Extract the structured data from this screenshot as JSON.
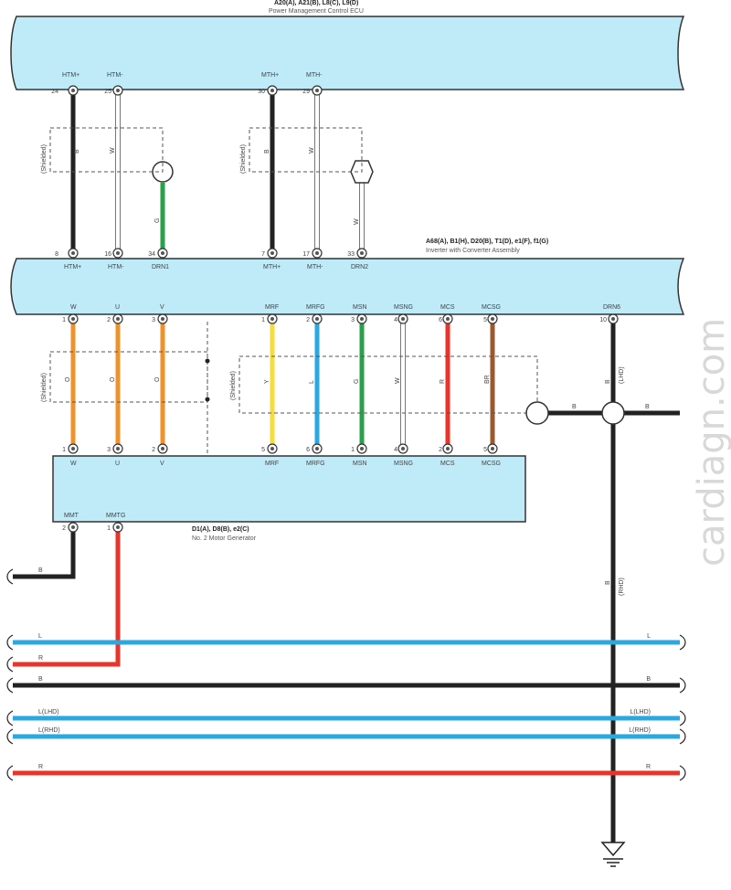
{
  "ecu": {
    "connector_ids": "A20(A), A21(B), L8(C), L9(D)",
    "name": "Power Management Control ECU",
    "terminals": [
      {
        "num": "24",
        "name": "HTM+"
      },
      {
        "num": "25",
        "name": "HTM-"
      },
      {
        "num": "30",
        "name": "MTH+"
      },
      {
        "num": "29",
        "name": "MTH-"
      }
    ]
  },
  "inverter": {
    "connector_ids": "A68(A), B1(H), D20(B), T1(D), e1(F), f1(G)",
    "name": "Inverter with Converter Assembly",
    "top_terminals": [
      {
        "num": "8",
        "name": "HTM+"
      },
      {
        "num": "16",
        "name": "HTM-"
      },
      {
        "num": "34",
        "name": "DRN1"
      },
      {
        "num": "7",
        "name": "MTH+"
      },
      {
        "num": "17",
        "name": "MTH-"
      },
      {
        "num": "33",
        "name": "DRN2"
      }
    ],
    "bottom_terminals": [
      {
        "num": "1",
        "name": "W"
      },
      {
        "num": "2",
        "name": "U"
      },
      {
        "num": "3",
        "name": "V"
      },
      {
        "num": "1",
        "name": "MRF"
      },
      {
        "num": "2",
        "name": "MRFG"
      },
      {
        "num": "3",
        "name": "MSN"
      },
      {
        "num": "4",
        "name": "MSNG"
      },
      {
        "num": "6",
        "name": "MCS"
      },
      {
        "num": "5",
        "name": "MCSG"
      },
      {
        "num": "10",
        "name": "DRN6"
      }
    ]
  },
  "generator": {
    "connector_ids": "D1(A), D8(B), e2(C)",
    "name": "No. 2 Motor Generator",
    "top_terminals": [
      {
        "num": "1",
        "name": "W"
      },
      {
        "num": "3",
        "name": "U"
      },
      {
        "num": "2",
        "name": "V"
      },
      {
        "num": "5",
        "name": "MRF"
      },
      {
        "num": "6",
        "name": "MRFG"
      },
      {
        "num": "1",
        "name": "MSN"
      },
      {
        "num": "4",
        "name": "MSNG"
      },
      {
        "num": "2",
        "name": "MCS"
      },
      {
        "num": "5",
        "name": "MCSG"
      }
    ],
    "bottom_terminals": [
      {
        "num": "2",
        "name": "MMT"
      },
      {
        "num": "1",
        "name": "MMTG"
      }
    ]
  },
  "shield_label": "(Shielded)",
  "wire_colors": {
    "top_htm_plus": "B",
    "top_htm_minus": "W",
    "top_drn1": "G",
    "top_mth_plus": "B",
    "top_mth_minus": "W",
    "top_drn2": "W",
    "phase_w": "O",
    "phase_u": "O",
    "phase_v": "O",
    "mrf": "Y",
    "mrfg": "L",
    "msn": "G",
    "msng": "W",
    "mcs": "R",
    "mcsg": "BR",
    "drn6": "B",
    "drn6_note_1": "(LHD)",
    "drn6_note_2": "(RHD)",
    "bus_b_left": "B",
    "bus_b_right": "B",
    "mmt": "B"
  },
  "buses": [
    {
      "left": "L",
      "right": "L",
      "color": "#2ba8e0"
    },
    {
      "left": "R",
      "right": "",
      "color": "#e8342a"
    },
    {
      "left": "B",
      "right": "B",
      "color": "#222222"
    },
    {
      "left": "L(LHD)",
      "right": "L(LHD)",
      "color": "#2ba8e0"
    },
    {
      "left": "L(RHD)",
      "right": "L(RHD)",
      "color": "#2ba8e0"
    },
    {
      "left": "R",
      "right": "R",
      "color": "#e8342a"
    }
  ],
  "watermark": "cardiagn.com",
  "colors": {
    "component_fill": "#bfeaf7",
    "orange": "#f0922b",
    "yellow": "#f6dd3d",
    "blue": "#2ba8e0",
    "green": "#2aa04a",
    "red": "#e8342a",
    "brown": "#9a5a2e",
    "black": "#222222"
  }
}
